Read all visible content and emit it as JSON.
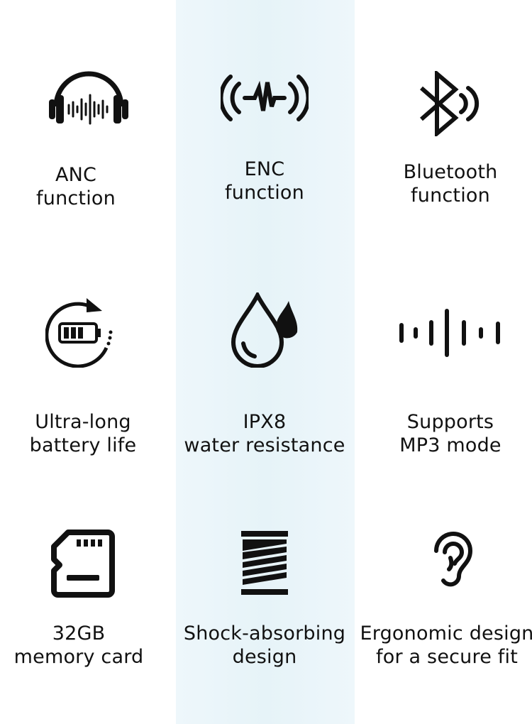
{
  "features": [
    {
      "icon": "headphones-icon",
      "line1": "ANC",
      "line2": "function"
    },
    {
      "icon": "noise-wave-icon",
      "line1": "ENC",
      "line2": "function"
    },
    {
      "icon": "bluetooth-icon",
      "line1": "Bluetooth",
      "line2": "function"
    },
    {
      "icon": "battery-cycle-icon",
      "line1": "Ultra-long",
      "line2": "battery life"
    },
    {
      "icon": "water-drop-icon",
      "line1": "IPX8",
      "line2": "water resistance"
    },
    {
      "icon": "audio-bars-icon",
      "line1": "Supports",
      "line2": "MP3 mode"
    },
    {
      "icon": "memory-card-icon",
      "line1": "32GB",
      "line2": "memory card"
    },
    {
      "icon": "spring-icon",
      "line1": "Shock-absorbing",
      "line2": "design"
    },
    {
      "icon": "ear-icon",
      "line1": "Ergonomic design",
      "line2": "for a secure fit"
    }
  ],
  "colors": {
    "icon": "#111111",
    "band": "#e8f4f9",
    "background": "#ffffff"
  }
}
